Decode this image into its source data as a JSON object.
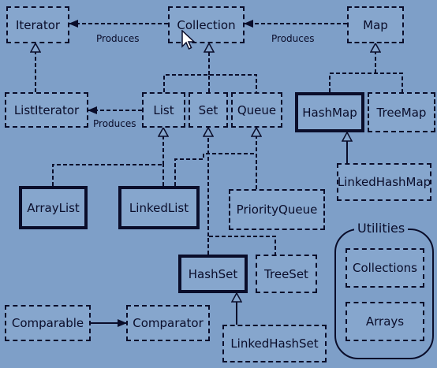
{
  "diagram": {
    "nodes": {
      "iterator": "Iterator",
      "collection": "Collection",
      "map": "Map",
      "list_iterator": "ListIterator",
      "list": "List",
      "set": "Set",
      "queue": "Queue",
      "hash_map": "HashMap",
      "tree_map": "TreeMap",
      "linked_hash_map": "LinkedHashMap",
      "array_list": "ArrayList",
      "linked_list": "LinkedList",
      "priority_queue": "PriorityQueue",
      "hash_set": "HashSet",
      "tree_set": "TreeSet",
      "linked_hash_set": "LinkedHashSet",
      "comparable": "Comparable",
      "comparator": "Comparator",
      "collections": "Collections",
      "arrays": "Arrays"
    },
    "produces_label": "Produces",
    "utilities_title": "Utilities"
  }
}
